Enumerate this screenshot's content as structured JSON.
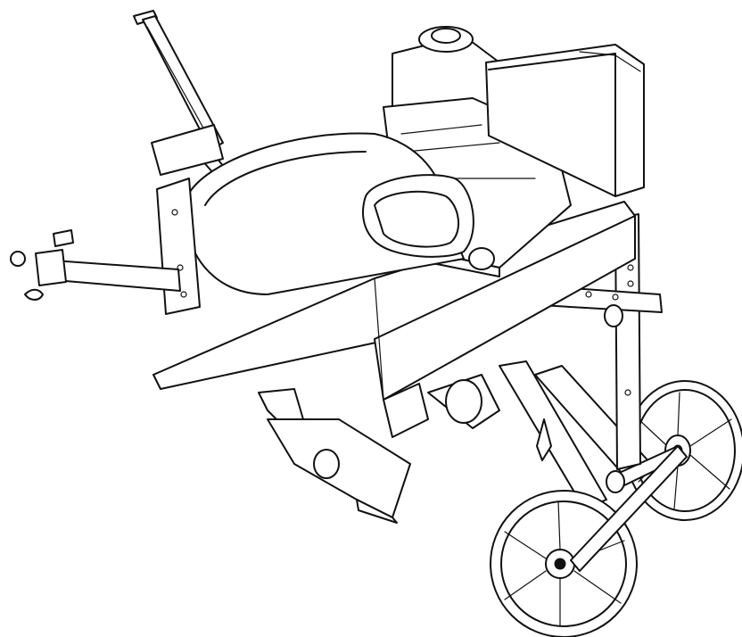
{
  "figure": {
    "colors": {
      "line": "#111111",
      "background": "#ffffff"
    },
    "parts": [
      "tow-handle",
      "engine",
      "air-cleaner",
      "fuel-cap",
      "belt-guard",
      "hitch-tongue",
      "tine-shield",
      "tines",
      "depth-bar",
      "transport-wheel-front",
      "transport-wheel-rear"
    ]
  }
}
